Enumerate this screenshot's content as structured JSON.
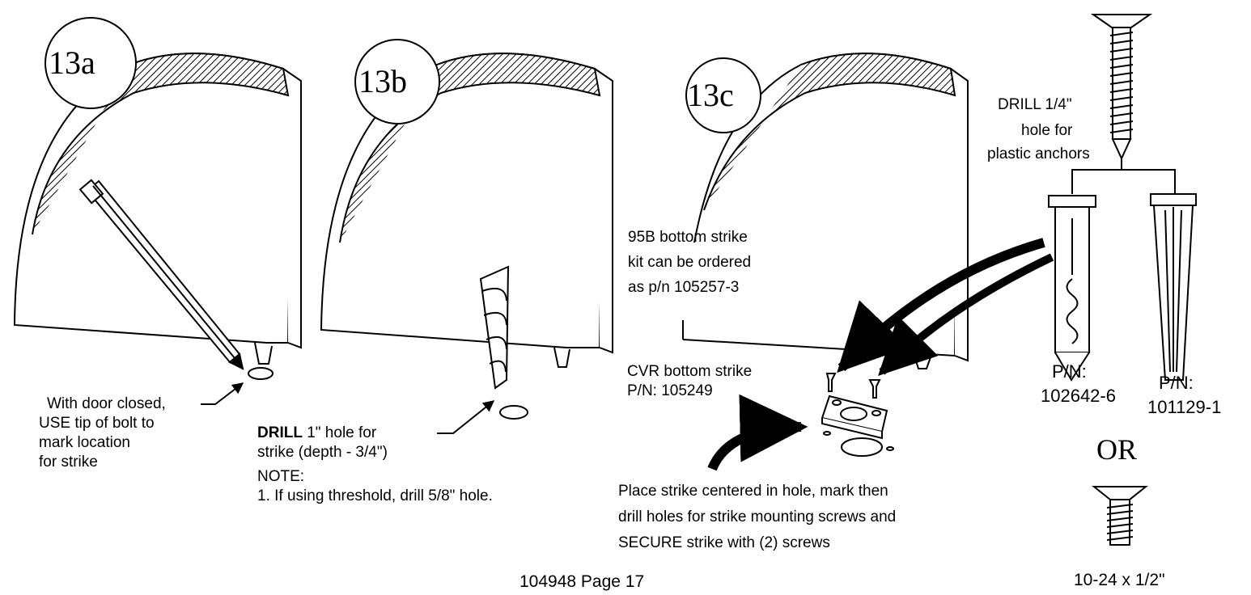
{
  "steps": {
    "a": {
      "badge": "13a",
      "callout": [
        "With door closed,",
        "USE tip of bolt to",
        "mark location",
        "for strike"
      ]
    },
    "b": {
      "badge": "13b",
      "drill_bold": "DRILL",
      "drill_rest": " 1\" hole for",
      "drill_line2": "strike (depth - 3/4\")",
      "note_title": "NOTE:",
      "note_item": "1. If using threshold, drill 5/8\" hole."
    },
    "c": {
      "badge": "13c",
      "kit_lines": [
        "95B bottom strike",
        "kit can be ordered",
        "as p/n 105257-3"
      ],
      "cvr_lines": [
        "CVR bottom strike",
        "P/N: 105249"
      ],
      "place_lines": [
        "Place strike centered in hole, mark then",
        "drill holes for strike mounting screws and",
        "SECURE strike with (2) screws"
      ]
    }
  },
  "hardware": {
    "drill_lines": [
      "DRILL 1/4\"",
      "hole for",
      "plastic anchors"
    ],
    "anchor_left": [
      "P/N:",
      "102642-6"
    ],
    "anchor_right": [
      "P/N:",
      "101129-1"
    ],
    "or_text": "OR",
    "machine_screw": "10-24 x 1/2\""
  },
  "footer": {
    "page": "104948  Page 17"
  }
}
